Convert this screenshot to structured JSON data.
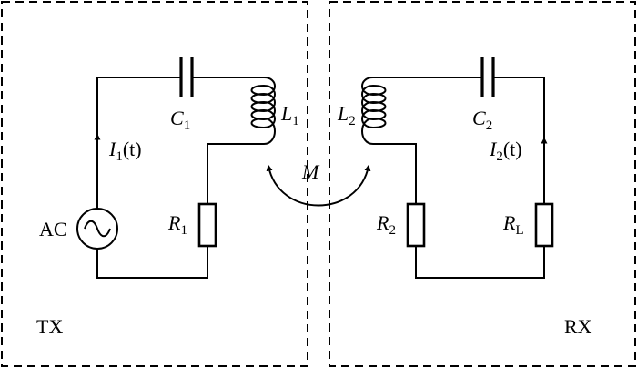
{
  "regions": {
    "tx": "TX",
    "rx": "RX"
  },
  "source": {
    "label": "AC"
  },
  "components": {
    "c1": {
      "symbol": "C",
      "sub": "1"
    },
    "c2": {
      "symbol": "C",
      "sub": "2"
    },
    "l1": {
      "symbol": "L",
      "sub": "1"
    },
    "l2": {
      "symbol": "L",
      "sub": "2"
    },
    "r1": {
      "symbol": "R",
      "sub": "1"
    },
    "r2": {
      "symbol": "R",
      "sub": "2"
    },
    "rl": {
      "symbol": "R",
      "sub": "L"
    }
  },
  "currents": {
    "i1": {
      "symbol": "I",
      "sub": "1",
      "arg": "(t)"
    },
    "i2": {
      "symbol": "I",
      "sub": "2",
      "arg": "(t)"
    }
  },
  "coupling": {
    "label": "M"
  }
}
